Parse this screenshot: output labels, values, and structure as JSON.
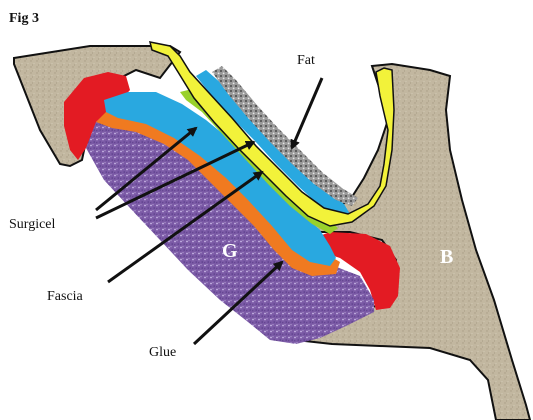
{
  "figure": {
    "title": "Fig 3",
    "labels": {
      "fat": "Fat",
      "surgicel": "Surgicel",
      "fascia": "Fascia",
      "glue": "Glue",
      "graft": "G",
      "bone": "B"
    }
  },
  "colors": {
    "bone": "#c2b7a0",
    "yellow_layer": "#f2f23a",
    "green_layer": "#99d12b",
    "blue_layer": "#29a8e0",
    "orange_layer": "#f07a20",
    "red_tissue": "#e31b23",
    "graft": "#7b5aa6",
    "fat": "#9a9a9a",
    "outline": "#111111",
    "arrow": "#111111"
  }
}
